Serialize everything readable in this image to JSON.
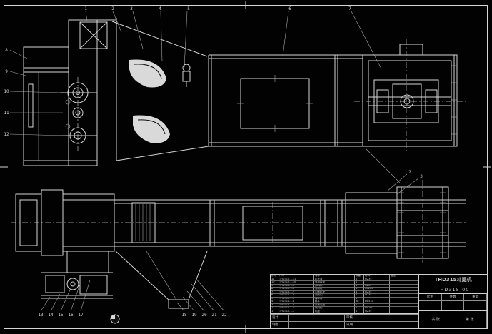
{
  "drawing": {
    "title": "THD315斗提机",
    "drawing_no": "THD315-00"
  },
  "title_block": {
    "title": "THD315斗提机",
    "drawing_no": "THD315-00",
    "info_labels": [
      "比例",
      "件数",
      "重量"
    ],
    "info_values": [
      "",
      "",
      ""
    ],
    "sheet_left": "共 张",
    "sheet_right": "第 张",
    "sig_rows": [
      [
        "设计",
        "",
        "审核",
        ""
      ],
      [
        "制图",
        "",
        "日期",
        ""
      ]
    ]
  },
  "parts_list": {
    "header": [
      "序号",
      "代号",
      "名称",
      "数量",
      "材料",
      "备注"
    ],
    "rows": [
      [
        "11",
        "THD315.1-11",
        "机头罩",
        "1",
        "Q235",
        ""
      ],
      [
        "10",
        "THD315.1-10",
        "驱动装置",
        "1",
        "",
        ""
      ],
      [
        "9",
        "THD315.1-9",
        "卸料口",
        "1",
        "Q235",
        ""
      ],
      [
        "8",
        "THD315.1-8",
        "驱动轮",
        "1",
        "HT200",
        ""
      ],
      [
        "7",
        "THD315.1-7",
        "中间机壳",
        "4",
        "Q235",
        ""
      ],
      [
        "6",
        "THD315.1-6",
        "观察门",
        "2",
        "Q235",
        ""
      ],
      [
        "5",
        "THD315.1-5",
        "畚斗带",
        "1",
        "",
        ""
      ],
      [
        "4",
        "THD315.1-4",
        "料斗",
        "38",
        "DX51D",
        ""
      ],
      [
        "3",
        "THD315.1-3",
        "张紧装置",
        "1",
        "",
        ""
      ],
      [
        "2",
        "THD315.1-2",
        "改向轮",
        "1",
        "HT200",
        ""
      ],
      [
        "1",
        "THD315.1-1",
        "机座",
        "1",
        "Q235",
        ""
      ]
    ]
  },
  "callouts": {
    "top": [
      "1",
      "2",
      "3",
      "4",
      "5",
      "6",
      "7"
    ],
    "left": [
      "8",
      "9",
      "10",
      "11",
      "12"
    ],
    "plan_top": [
      "2",
      "3"
    ],
    "plan_bottom_left": [
      "13",
      "14",
      "15",
      "16",
      "17"
    ],
    "plan_bottom_mid": [
      "18",
      "19",
      "20",
      "21",
      "22"
    ]
  }
}
